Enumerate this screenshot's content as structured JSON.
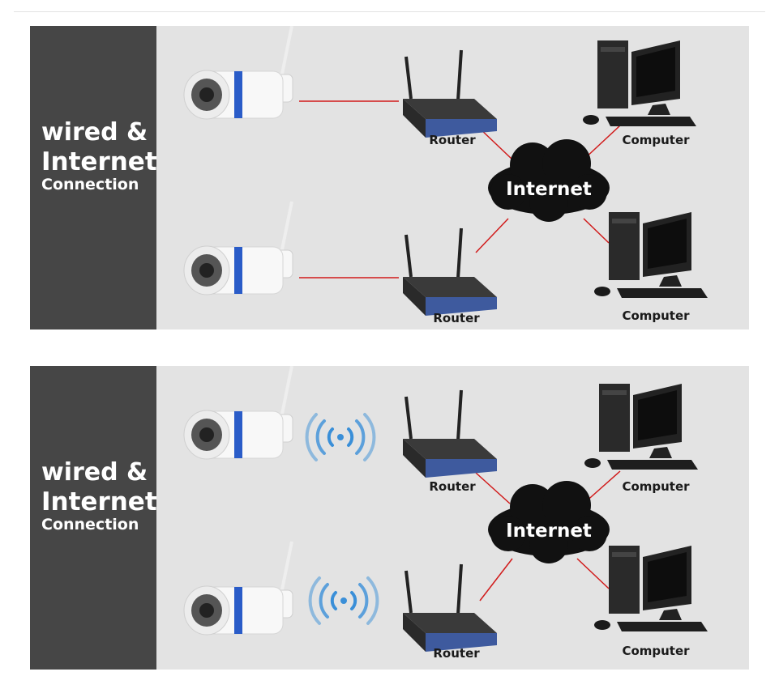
{
  "panels": [
    {
      "id": "wired",
      "label": {
        "line1": "wired &",
        "line2": "Internet",
        "line3": "Connection"
      },
      "link_type": "wired",
      "cloud_label": "Internet",
      "router_labels": [
        "Router",
        "Router"
      ],
      "computer_labels": [
        "Computer",
        "Computer"
      ]
    },
    {
      "id": "wireless",
      "label": {
        "line1": "wired &",
        "line2": "Internet",
        "line3": "Connection"
      },
      "link_type": "wireless",
      "cloud_label": "Internet",
      "router_labels": [
        "Router",
        "Router"
      ],
      "computer_labels": [
        "Computer",
        "Computer"
      ]
    }
  ],
  "colors": {
    "label_bg": "#464646",
    "panel_bg": "#e3e3e3",
    "link_line": "#d11a1a",
    "cloud": "#111111",
    "router_body": "#3a3a3a",
    "router_front": "#3e5a9e",
    "wifi_wave": "#3a8fd8",
    "camera_ring": "#2a5cc8"
  },
  "icons": [
    "camera-icon",
    "router-icon",
    "computer-icon",
    "cloud-icon",
    "wifi-signal-icon"
  ]
}
